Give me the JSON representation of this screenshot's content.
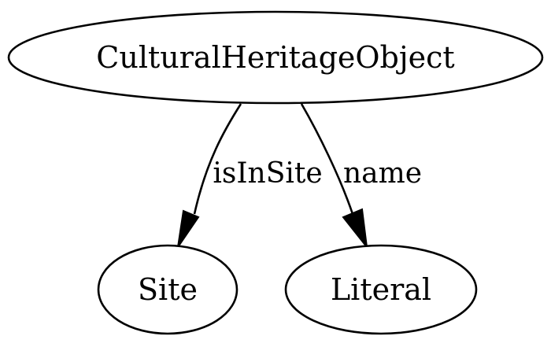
{
  "diagram": {
    "type": "directed-graph",
    "nodes": [
      {
        "id": "cho",
        "label": "CulturalHeritageObject"
      },
      {
        "id": "site",
        "label": "Site"
      },
      {
        "id": "literal",
        "label": "Literal"
      }
    ],
    "edges": [
      {
        "from": "cho",
        "to": "site",
        "label": "isInSite"
      },
      {
        "from": "cho",
        "to": "literal",
        "label": "name"
      }
    ],
    "colors": {
      "stroke": "#000000",
      "fill": "#ffffff",
      "text": "#000000"
    }
  }
}
